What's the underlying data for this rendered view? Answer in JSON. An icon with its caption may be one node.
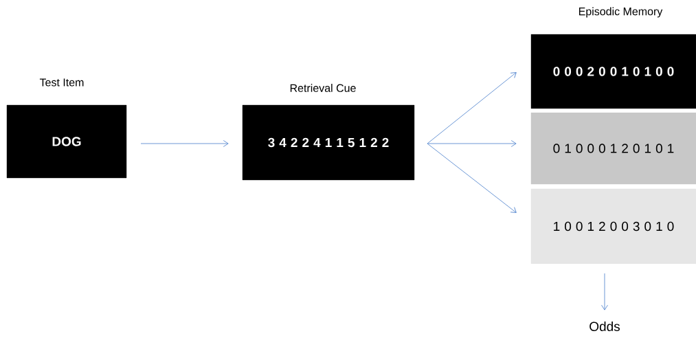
{
  "diagram": {
    "nodes": [
      {
        "text": [
          "Test Item",
          "DOG"
        ]
      },
      {
        "text": [
          "Retrieval Cue",
          "3 4 2 2 4 1 1 5 1 2 2"
        ]
      },
      {
        "text": [
          "0 0 0 2 0 0 1 0 1 0 0"
        ]
      },
      {
        "text": [
          "0 1 0 0 0 1 2 0 1 0 1"
        ]
      },
      {
        "text": [
          "1 0 0 1 2 0 0 3 0 1 0"
        ]
      },
      {
        "text": [
          "Odds"
        ]
      }
    ],
    "edges": [
      {
        "from": 0,
        "to": 1,
        "arrow": "to"
      },
      {
        "from": 1,
        "to": 2,
        "arrow": "to"
      },
      {
        "from": 1,
        "to": 3,
        "arrow": "to"
      },
      {
        "from": 1,
        "to": 4,
        "arrow": "to"
      },
      {
        "from": 4,
        "to": 5,
        "arrow": "to"
      }
    ],
    "labels": [
      "Episodic Memory"
    ]
  }
}
